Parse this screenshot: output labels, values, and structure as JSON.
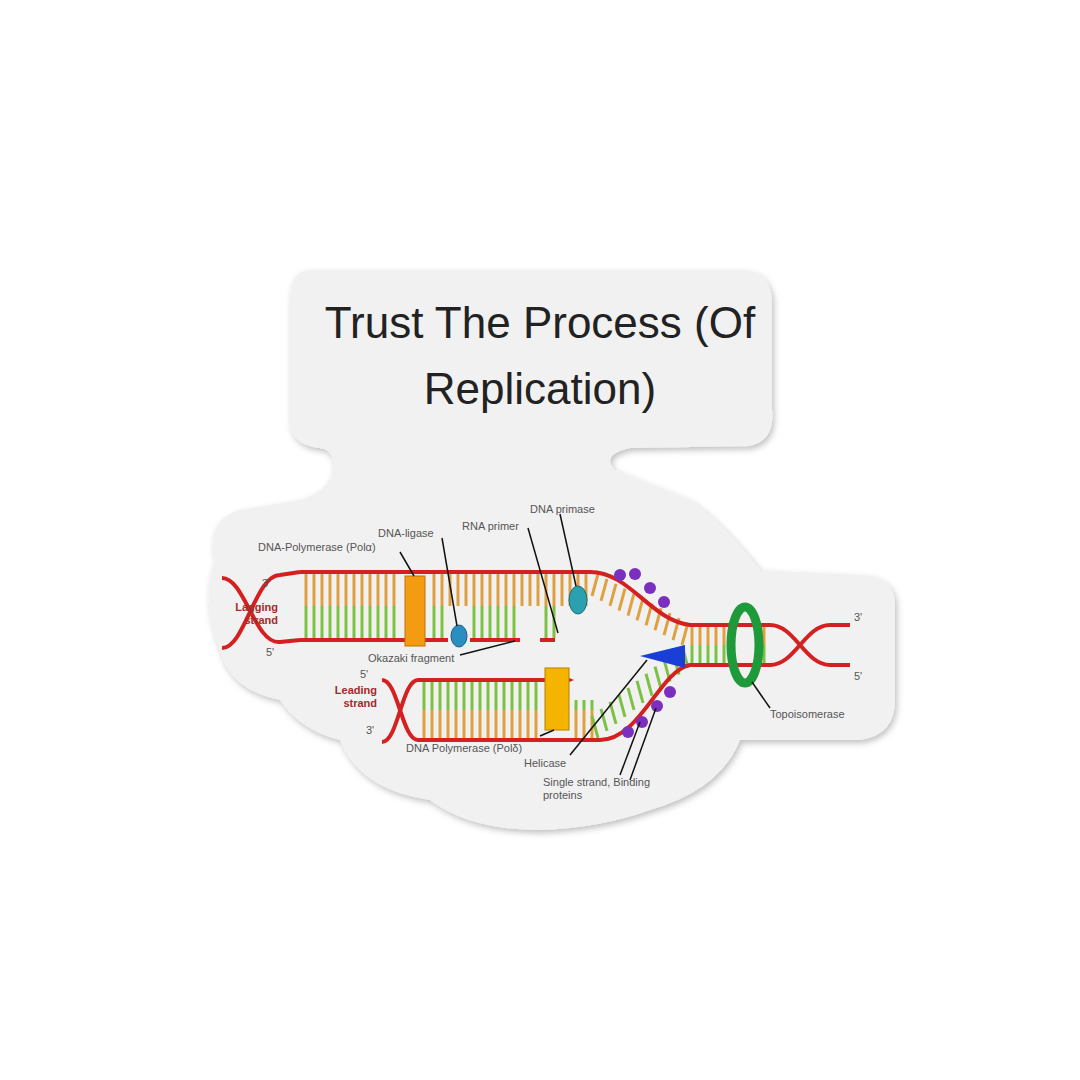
{
  "diagram": {
    "title": "Trust The Process (Of Replication)",
    "labels": [
      "DNA primase",
      "RNA primer",
      "DNA-ligase",
      "DNA-Polymerase (Polα)",
      "3'",
      "Lagging strand",
      "5'",
      "Okazaki fragment",
      "5'",
      "Leading strand",
      "3'",
      "DNA Polymerase (Polδ)",
      "Helicase",
      "Single strand, Binding proteins",
      "Topoisomerase",
      "3'",
      "5'"
    ]
  }
}
